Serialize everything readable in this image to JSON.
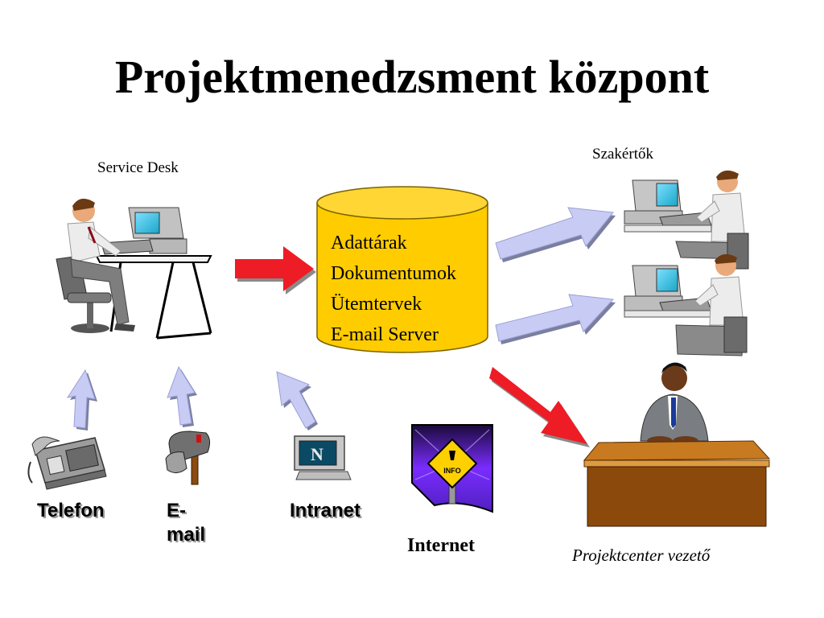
{
  "slide": {
    "title": "Projektmenedzsment központ",
    "service_desk_label": "Service Desk",
    "experts_label": "Szakértők",
    "database": {
      "items": [
        "Adattárak",
        "Dokumentumok",
        "Ütemtervek",
        "E-mail Server"
      ],
      "fill_color": "#ffcc00"
    },
    "channels": {
      "phone": "Telefon",
      "email_line1": "E-",
      "email_line2": "mail",
      "intranet": "Intranet",
      "internet": "Internet",
      "info_sign_text": "INFO"
    },
    "manager_label": "Projektcenter vezető",
    "colors": {
      "red_arrow": "#ee1c25",
      "lavender_arrow": "#c8ccf4",
      "desk_brown": "#8b4a0c"
    }
  }
}
